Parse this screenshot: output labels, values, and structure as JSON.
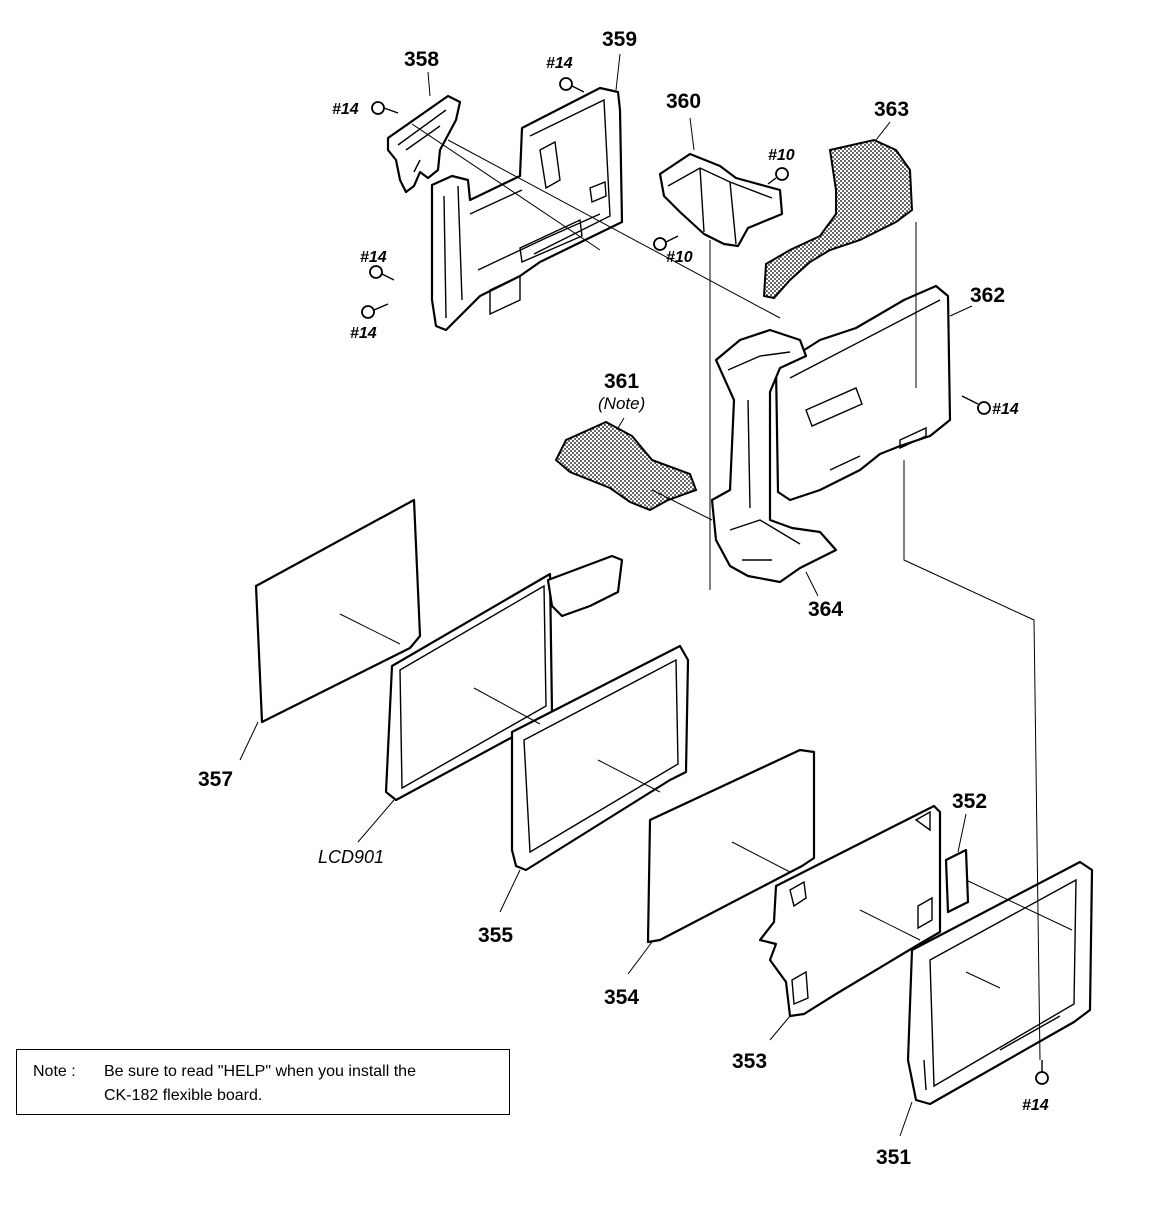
{
  "parts": {
    "p351": "351",
    "p352": "352",
    "p353": "353",
    "p354": "354",
    "p355": "355",
    "p357": "357",
    "p358": "358",
    "p359": "359",
    "p360": "360",
    "p361": "361",
    "p362": "362",
    "p363": "363",
    "p364": "364"
  },
  "note_ref": "(Note)",
  "lcd_label": "LCD901",
  "screws": {
    "s14": "#14",
    "s10": "#10"
  },
  "note": {
    "label": "Note :",
    "line1": "Be sure to read \"HELP\" when you install the",
    "line2": "CK-182 flexible board."
  }
}
